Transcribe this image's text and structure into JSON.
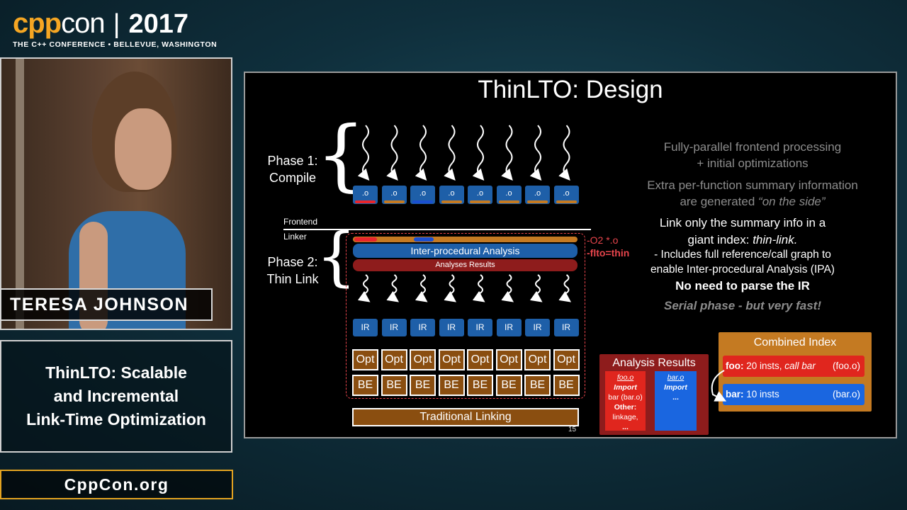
{
  "header": {
    "logo_cpp": "cpp",
    "logo_con": "con",
    "logo_sep": "|",
    "logo_year": "2017",
    "subtitle": "THE C++ CONFERENCE • BELLEVUE, WASHINGTON"
  },
  "speaker": {
    "name": "TERESA JOHNSON"
  },
  "talk": {
    "title": "ThinLTO: Scalable\nand Incremental\nLink-Time Optimization"
  },
  "footer": {
    "site": "CppCon.org"
  },
  "colors": {
    "accent": "#f5a623",
    "obj_blue": "#1e5fa8",
    "orange": "#c47a22",
    "red": "#e8454c",
    "dark_red": "#8e1c1c",
    "brown": "#8a4e10"
  },
  "slide": {
    "title": "ThinLTO: Design",
    "phase1": "Phase 1:\nCompile",
    "phase2": "Phase 2:\nThin Link",
    "obj_label": ".o",
    "frontend": "Frontend",
    "linker": "Linker",
    "flag_o2": "-O2 *.o",
    "flag_flto": "-flto=thin",
    "ipa": "Inter-procedural Analysis",
    "analyses_results": "Analyses Results",
    "ir_label": "IR",
    "opt_label": "Opt",
    "be_label": "BE",
    "traditional_linking": "Traditional Linking",
    "page_number": "15",
    "notes": {
      "parallel_1": "Fully-parallel frontend processing",
      "parallel_2": "+ initial optimizations",
      "summary_1": "Extra per-function summary information",
      "summary_2": "are generated",
      "summary_2_italic": "“on the side”",
      "link_1": "Link only the summary info in a",
      "link_2": "giant index:",
      "link_2_italic": "thin-link.",
      "includes_1": "- Includes full reference/call graph to",
      "includes_2": "enable Inter-procedural Analysis (IPA)",
      "no_parse": "No need to parse the IR",
      "serial": "Serial phase - but very fast!"
    },
    "analysis_results": {
      "title": "Analysis Results",
      "foo_file": "foo.o",
      "foo_import": "Import",
      "foo_import_item": "bar (bar.o)",
      "foo_other": "Other:",
      "foo_other_item": "linkage,",
      "foo_more": "...",
      "bar_file": "bar.o",
      "bar_import": "Import",
      "bar_more": "..."
    },
    "combined_index": {
      "title": "Combined Index",
      "foo_name": "foo:",
      "foo_insts": "20 insts,",
      "foo_call": "call bar",
      "foo_file": "(foo.o)",
      "bar_name": "bar:",
      "bar_insts": "10 insts",
      "bar_file": "(bar.o)"
    }
  }
}
